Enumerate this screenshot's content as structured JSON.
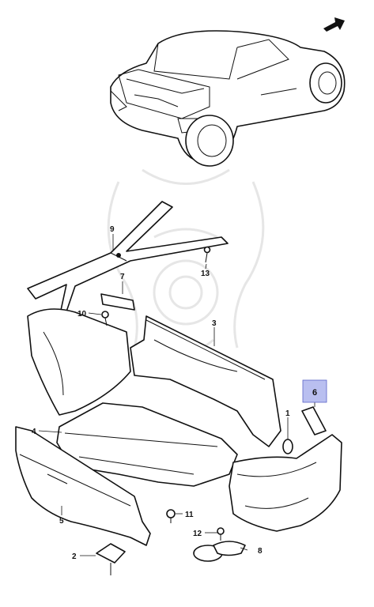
{
  "colors": {
    "line": "#111111",
    "background": "#ffffff",
    "highlight_fill": "#b9bff0",
    "highlight_stroke": "#5a63c8",
    "watermark": "#e6e6e6"
  },
  "icons": [
    "arrow-icon"
  ],
  "callouts": {
    "c1": "1",
    "c2": "2",
    "c3": "3",
    "c4": "4",
    "c5": "5",
    "c6": "6",
    "c7": "7",
    "c8": "8",
    "c9": "9",
    "c10": "10",
    "c11": "11",
    "c12": "12",
    "c13": "13"
  },
  "highlighted_callout": "6"
}
